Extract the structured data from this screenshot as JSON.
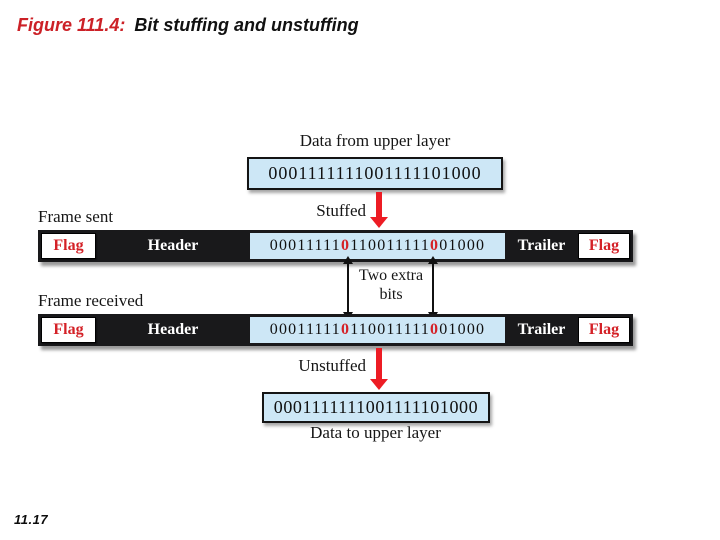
{
  "slide": {
    "figure_label": "Figure 111.4:",
    "figure_title": "Bit stuffing and unstuffing",
    "page_number": "11.17"
  },
  "diagram": {
    "data_from_upper_layer_label": "Data from upper layer",
    "original_bits": "0001111111001111101000",
    "stuffed_label": "Stuffed",
    "frame_sent_label": "Frame sent",
    "frame_received_label": "Frame received",
    "flag_label": "Flag",
    "header_label": "Header",
    "trailer_label": "Trailer",
    "stuffed_bits_segments": [
      "00011111",
      "0",
      "110011111",
      "0",
      "01000"
    ],
    "two_extra_bits_line1": "Two extra",
    "two_extra_bits_line2": "bits",
    "unstuffed_label": "Unstuffed",
    "unstuffed_bits": "0001111111001111101000",
    "data_to_upper_layer_label": "Data to upper layer"
  },
  "colors": {
    "accent_red": "#cc2127",
    "stuffed_bit_red": "#d42127",
    "arrow_red": "#ed1c24",
    "bit_box_blue": "#cde7f6",
    "frame_bar_black": "#19191b"
  }
}
